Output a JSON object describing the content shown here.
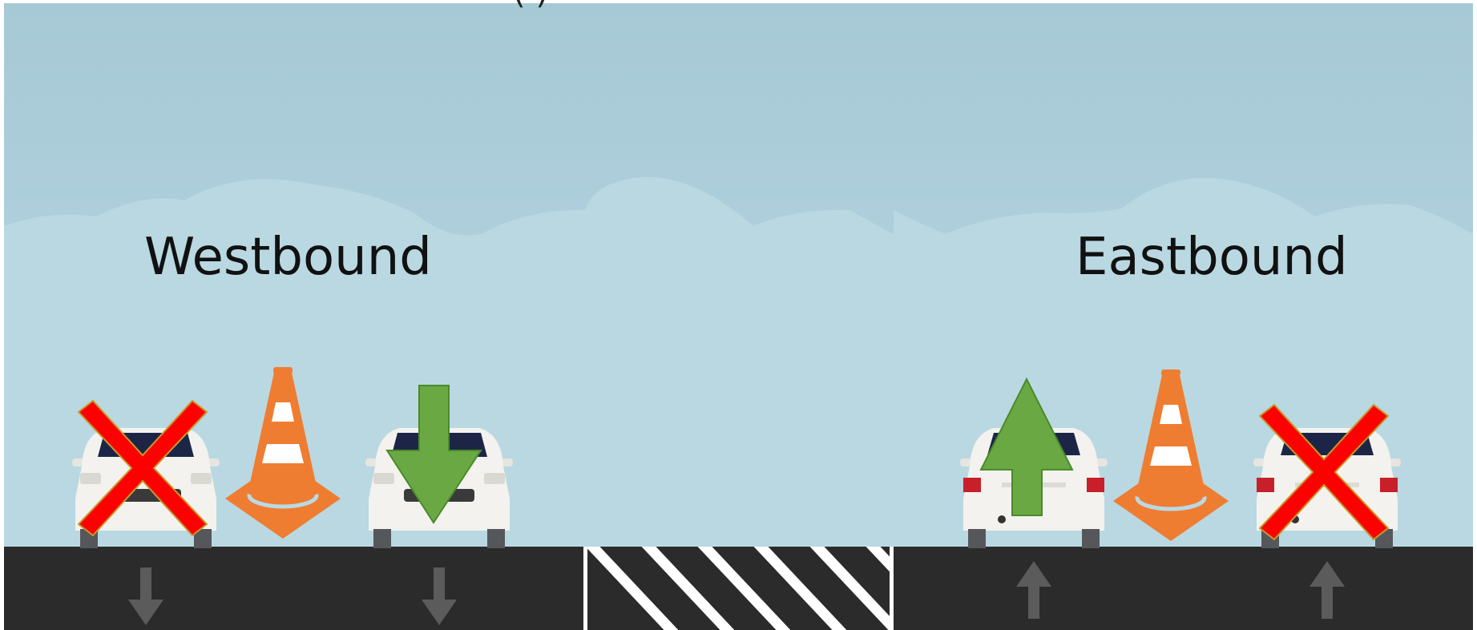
{
  "colors": {
    "sky_top": "#a6c9d6",
    "sky_bottom": "#b5d4df",
    "cloud": "#b9d8e2",
    "road": "#2a2b2a",
    "lane_arrow": "#5a5b5a",
    "hatch": "#ffffff",
    "cone": "#ef7d31",
    "cone_stripe": "#ffffff",
    "car_body": "#f3f2ee",
    "car_window": "#1d2547",
    "tail_light": "#c81f2a",
    "closed_x": "#ff0000",
    "open_arrow": "#6aa843",
    "open_arrow_outline": "#4a8a2a"
  },
  "labels": {
    "westbound": "Westbound",
    "eastbound": "Eastbound",
    "title_fragment": "(        )"
  },
  "westbound": {
    "lanes": [
      {
        "status": "closed",
        "marker": "red-x",
        "lane_arrow": "down"
      },
      {
        "status": "open",
        "marker": "green-arrow-down",
        "lane_arrow": "down"
      }
    ],
    "work_zone": "traffic-cone"
  },
  "eastbound": {
    "lanes": [
      {
        "status": "open",
        "marker": "green-arrow-up",
        "lane_arrow": "up"
      },
      {
        "status": "closed",
        "marker": "red-x",
        "lane_arrow": "up"
      }
    ],
    "work_zone": "traffic-cone"
  },
  "median": "striped-median"
}
